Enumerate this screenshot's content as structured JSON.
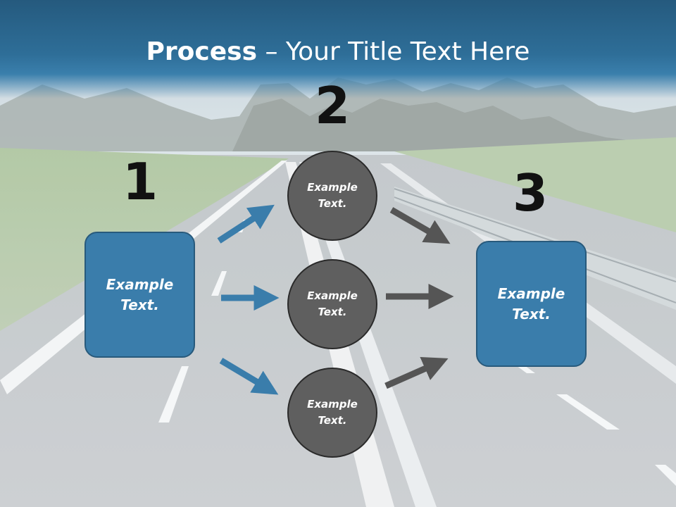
{
  "slide": {
    "title_bold": "Process",
    "title_rest": " – Your Title Text Here"
  },
  "steps": {
    "one": {
      "number": "1",
      "text": "Example\nText."
    },
    "two": {
      "number": "2",
      "circles": [
        {
          "text": "Example\nText."
        },
        {
          "text": "Example\nText."
        },
        {
          "text": "Example\nText."
        }
      ]
    },
    "three": {
      "number": "3",
      "text": "Example\nText."
    }
  },
  "colors": {
    "title_bar": "#2e6e98",
    "box_fill": "#3a7dab",
    "box_border": "#285a7c",
    "circle_fill": "#5f5f5f",
    "blue_arrow": "#3a7dab",
    "gray_arrow": "#555555",
    "number_text": "#111111"
  },
  "icons": {
    "background": "highway-landscape-photo",
    "connectors": "arrow-icon"
  }
}
